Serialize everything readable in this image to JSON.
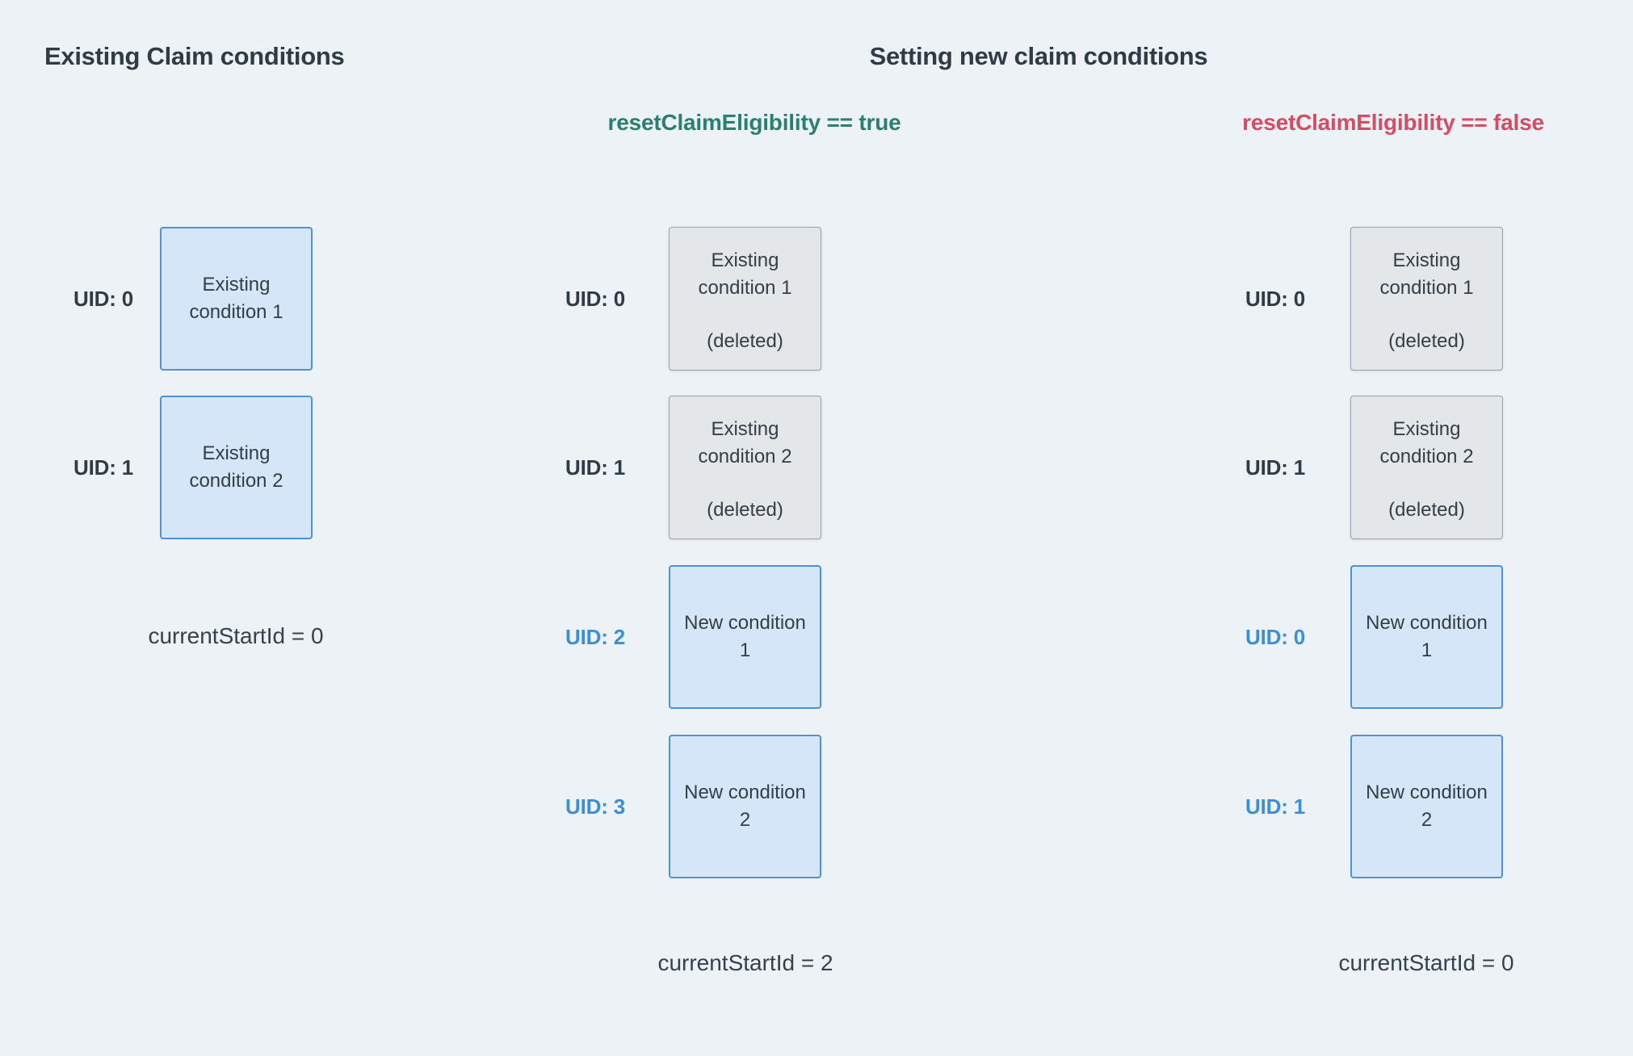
{
  "page": {
    "background": "#edf2f6"
  },
  "headers": {
    "left_title": "Existing Claim conditions",
    "right_title": "Setting new claim conditions"
  },
  "scenarios": {
    "true_label": "resetClaimEligibility == true",
    "false_label": "resetClaimEligibility == false"
  },
  "colors": {
    "background": "#edf2f6",
    "heading_text": "#2f3b45",
    "accent_green": "#2a7f6e",
    "accent_red": "#d84b63",
    "uid_blue": "#3c8ed9",
    "blue_card_fill": "#d5e6f8",
    "blue_card_border": "#4e92d9",
    "gray_card_fill": "#e4e7ea",
    "gray_card_border": "#97a1a7"
  },
  "columns": [
    {
      "name": "existing-claim-conditions",
      "cards": [
        {
          "uid": "UID: 0",
          "title": "Existing condition 1"
        },
        {
          "uid": "UID: 1",
          "title": "Existing condition 2"
        }
      ],
      "current_start_id": "currentStartId = 0"
    },
    {
      "name": "reset-claim-eligibility-true",
      "cards": [
        {
          "uid": "UID: 0",
          "title": "Existing condition 1",
          "note": "(deleted)"
        },
        {
          "uid": "UID: 1",
          "title": "Existing condition 2",
          "note": "(deleted)"
        },
        {
          "uid": "UID: 2",
          "title": "New condition 1"
        },
        {
          "uid": "UID: 3",
          "title": "New condition 2"
        }
      ],
      "current_start_id": "currentStartId = 2"
    },
    {
      "name": "reset-claim-eligibility-false",
      "cards": [
        {
          "uid": "UID: 0",
          "title": "Existing condition 1",
          "note": "(deleted)"
        },
        {
          "uid": "UID: 1",
          "title": "Existing condition 2",
          "note": "(deleted)"
        },
        {
          "uid": "UID: 0",
          "title": "New condition 1"
        },
        {
          "uid": "UID: 1",
          "title": "New condition 2"
        }
      ],
      "current_start_id": "currentStartId = 0"
    }
  ]
}
